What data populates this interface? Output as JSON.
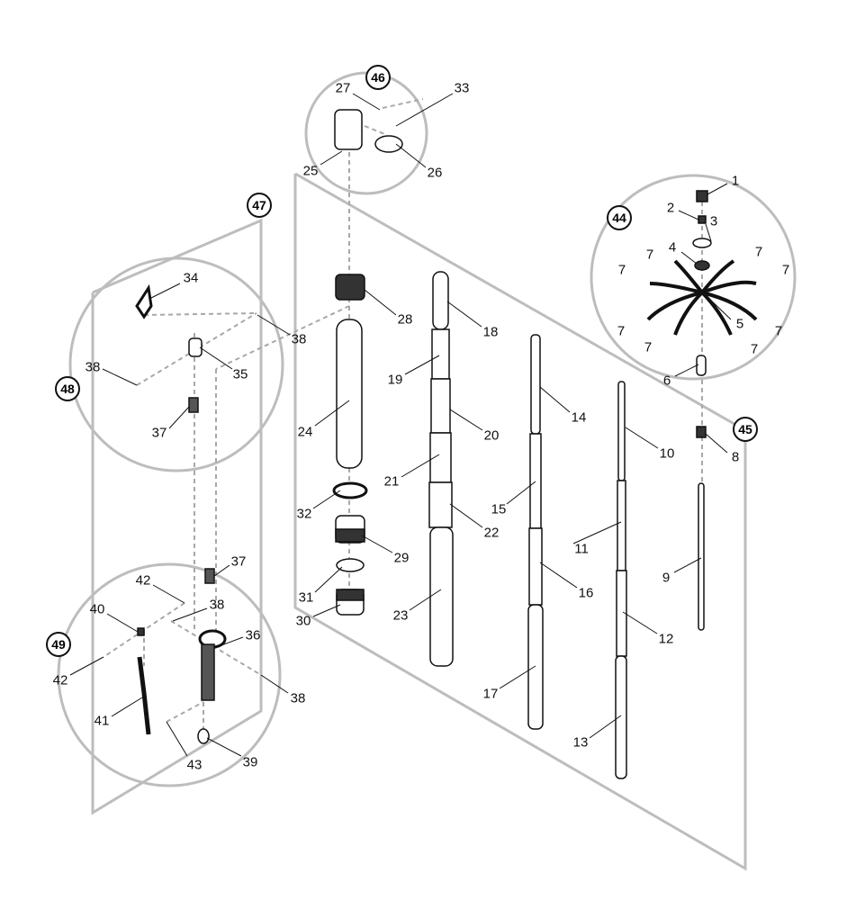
{
  "callouts": {
    "c44": "44",
    "c45": "45",
    "c46": "46",
    "c47": "47",
    "c48": "48",
    "c49": "49"
  },
  "parts": {
    "p1": "1",
    "p2": "2",
    "p3": "3",
    "p4": "4",
    "p5": "5",
    "p6": "6",
    "p7": "7",
    "p8": "8",
    "p9": "9",
    "p10": "10",
    "p11": "11",
    "p12": "12",
    "p13": "13",
    "p14": "14",
    "p15": "15",
    "p16": "16",
    "p17": "17",
    "p18": "18",
    "p19": "19",
    "p20": "20",
    "p21": "21",
    "p22": "22",
    "p23": "23",
    "p24": "24",
    "p25": "25",
    "p26": "26",
    "p27": "27",
    "p28": "28",
    "p29": "29",
    "p30": "30",
    "p31": "31",
    "p32": "32",
    "p33": "33",
    "p34": "34",
    "p35": "35",
    "p36": "36",
    "p37": "37",
    "p38": "38",
    "p39": "39",
    "p40": "40",
    "p41": "41",
    "p42": "42",
    "p43": "43"
  },
  "colors": {
    "frame": "#bdbdbd",
    "ink": "#111111",
    "dash": "#a8a8a8"
  }
}
